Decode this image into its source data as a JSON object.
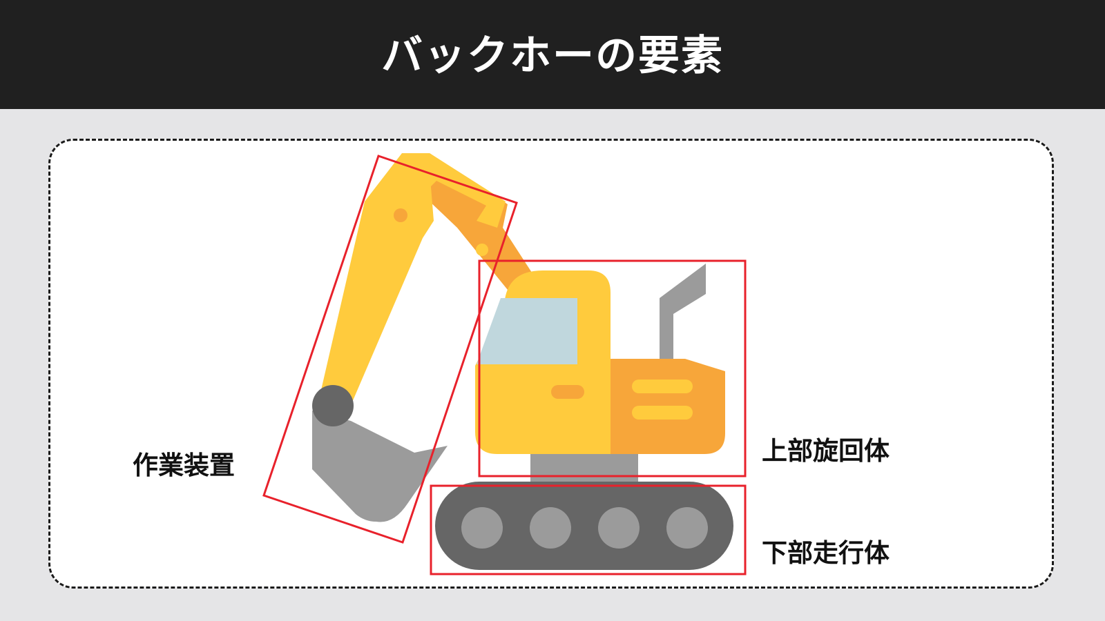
{
  "header": {
    "title": "バックホーの要素"
  },
  "labels": {
    "work_equipment": "作業装置",
    "upper_structure": "上部旋回体",
    "lower_structure": "下部走行体"
  },
  "colors": {
    "header_bg": "#202020",
    "page_bg": "#e5e5e7",
    "highlight_box": "#e8212b",
    "body_yellow": "#ffcb3d",
    "body_orange": "#f7a63a",
    "window": "#c0d7dd",
    "gray": "#9b9b9b",
    "dark_gray": "#666666"
  }
}
